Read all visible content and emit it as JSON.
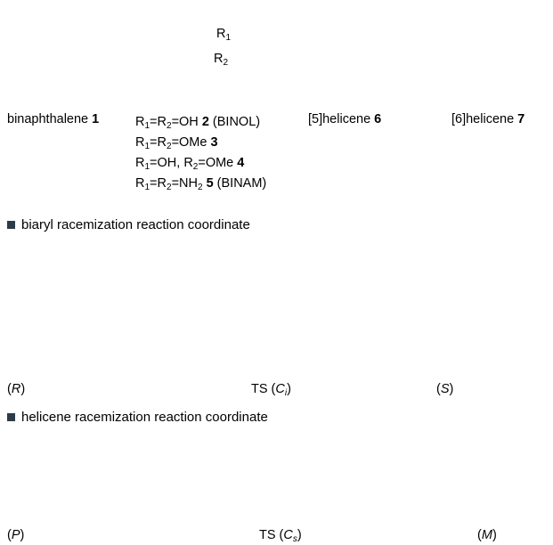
{
  "structures": {
    "s1": {
      "name": "binaphthalene",
      "num": "1"
    },
    "s2": {
      "r1": "R",
      "r1_sub": "1",
      "r2": "R",
      "r2_sub": "2",
      "l1_pre": "R",
      "l1_s1": "1",
      "l1_mid": "=R",
      "l1_s2": "2",
      "l1_post": "=OH ",
      "l1_num": "2",
      "l1_tail": " (BINOL)",
      "l2_pre": "R",
      "l2_s1": "1",
      "l2_mid": "=R",
      "l2_s2": "2",
      "l2_post": "=OMe ",
      "l2_num": "3",
      "l3_pre": "R",
      "l3_s1": "1",
      "l3_mid": "=OH, R",
      "l3_s2": "2",
      "l3_post": "=OMe ",
      "l3_num": "4",
      "l4_pre": "R",
      "l4_s1": "1",
      "l4_mid": "=R",
      "l4_s2": "2",
      "l4_post": "=NH",
      "l4_s3": "2",
      "l4_sp": " ",
      "l4_num": "5",
      "l4_tail": " (BINAM)"
    },
    "s6": {
      "name": "[5]helicene",
      "num": "6"
    },
    "s7": {
      "name": "[6]helicene",
      "num": "7"
    }
  },
  "sections": {
    "biaryl": {
      "title": "biaryl racemization reaction coordinate",
      "labels": {
        "r_open": "(",
        "r": "R",
        "r_close": ")",
        "ts_pre": "TS (",
        "ts_sym": "C",
        "ts_sub": "i",
        "ts_close": ")",
        "s_open": "(",
        "s": "S",
        "s_close": ")"
      }
    },
    "helicene": {
      "title": "helicene racemization reaction coordinate",
      "labels": {
        "p_open": "(",
        "p": "P",
        "p_close": ")",
        "ts_pre": "TS (",
        "ts_sym": "C",
        "ts_sub": "s",
        "ts_close": ")",
        "m_open": "(",
        "m": "M",
        "m_close": ")"
      }
    }
  },
  "colors": {
    "highlight_atom": "#5fc46a",
    "atom": "#c9c9c9",
    "bullet": "#2e3b47"
  }
}
